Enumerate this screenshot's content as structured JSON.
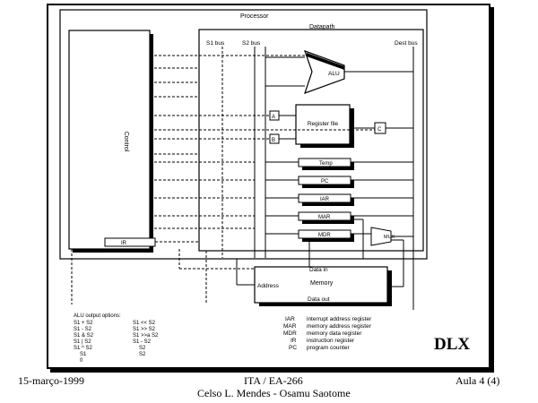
{
  "diagram": {
    "processor_label": "Processor",
    "datapath_label": "Datapath",
    "s1_bus_label": "S1 bus",
    "s2_bus_label": "S2 bus",
    "dest_bus_label": "Dest bus",
    "control_label": "Control",
    "ir_box_label": "IR",
    "alu_label": "ALU",
    "a_label": "A",
    "b_label": "B",
    "c_label": "C",
    "register_file_label": "Register file",
    "temp_label": "Temp",
    "pc_label": "PC",
    "iar_label": "IAR",
    "mar_label": "MAR",
    "mdr_label": "MDR",
    "mux_label": "MUX",
    "data_in_label": "Data in",
    "address_label": "Address",
    "memory_label": "Memory",
    "data_out_label": "Data out",
    "alu_ops_title": "ALU output options:",
    "alu_ops_col1": [
      "S1 + S2",
      "S1 - S2",
      "S1 & S2",
      "S1 | S2",
      "S1 ^ S2",
      "S1",
      "0"
    ],
    "alu_ops_col2": [
      "S1 << S2",
      "S1 >> S2",
      "S1 >>a S2",
      "S1 - S2",
      "S2",
      "S2",
      ""
    ],
    "legend": [
      {
        "abbr": "IAR",
        "desc": "interrupt address register"
      },
      {
        "abbr": "MAR",
        "desc": "memory address register"
      },
      {
        "abbr": "MDR",
        "desc": "memory data register"
      },
      {
        "abbr": "IR",
        "desc": "instruction register"
      },
      {
        "abbr": "PC",
        "desc": "program counter"
      }
    ],
    "dlx_title": "DLX"
  },
  "footer": {
    "date": "15-março-1999",
    "course": "ITA / EA-266",
    "authors": "Celso L. Mendes - Osamu Saotome",
    "page": "Aula 4 (4)"
  }
}
